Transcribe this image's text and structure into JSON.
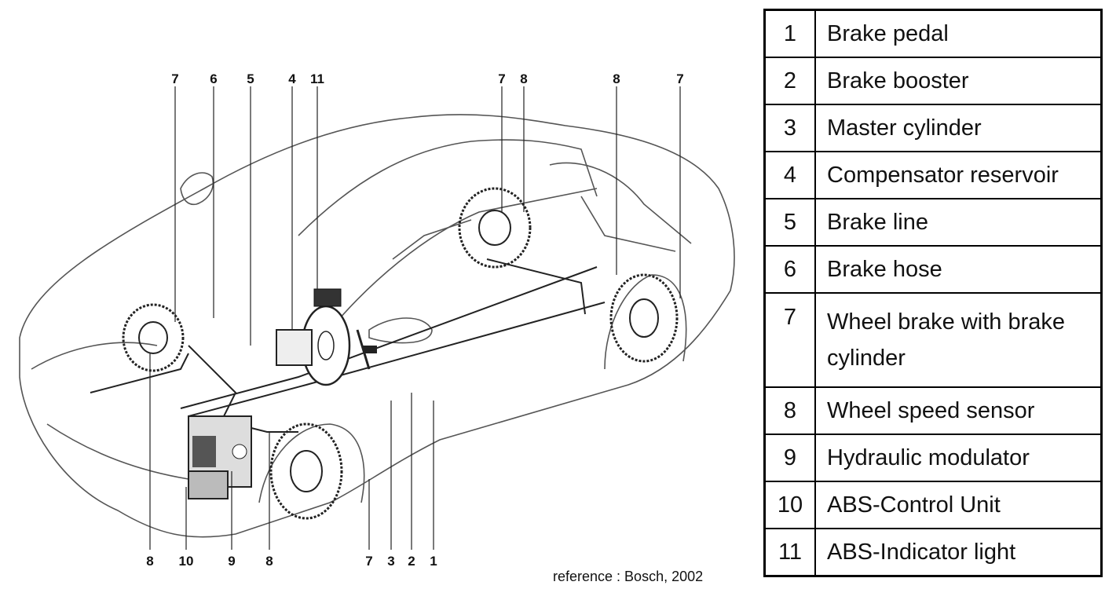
{
  "callouts": {
    "top": [
      "7",
      "6",
      "5",
      "4",
      "11",
      "7",
      "8",
      "8",
      "7"
    ],
    "bottom": [
      "8",
      "10",
      "9",
      "8",
      "7",
      "3",
      "2",
      "1"
    ]
  },
  "reference": "reference : Bosch, 2002",
  "legend": [
    {
      "num": "1",
      "label": "Brake pedal"
    },
    {
      "num": "2",
      "label": "Brake booster"
    },
    {
      "num": "3",
      "label": "Master cylinder"
    },
    {
      "num": "4",
      "label": "Compensator reservoir"
    },
    {
      "num": "5",
      "label": "Brake line"
    },
    {
      "num": "6",
      "label": "Brake hose"
    },
    {
      "num": "7",
      "label": "Wheel brake with brake cylinder"
    },
    {
      "num": "8",
      "label": "Wheel speed sensor"
    },
    {
      "num": "9",
      "label": "Hydraulic modulator"
    },
    {
      "num": "10",
      "label": "ABS-Control Unit"
    },
    {
      "num": "11",
      "label": "ABS-Indicator light"
    }
  ]
}
